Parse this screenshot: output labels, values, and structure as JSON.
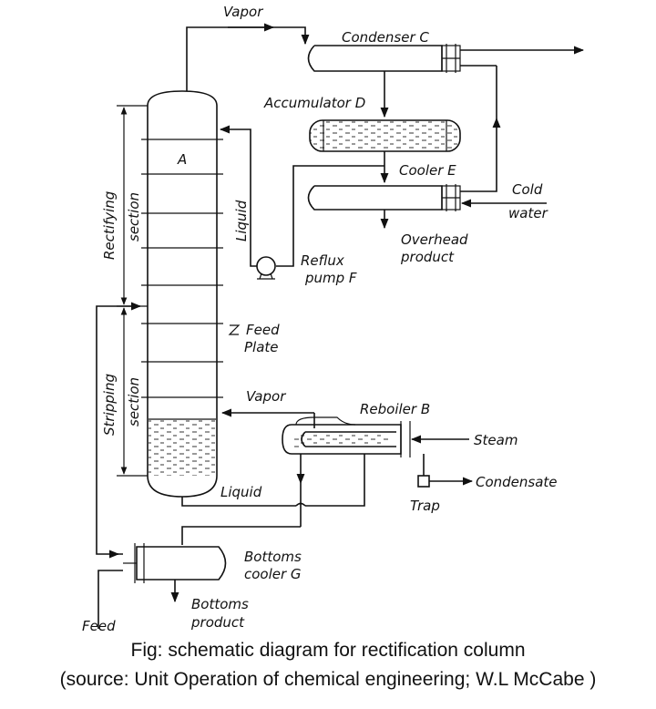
{
  "labels": {
    "vapor_top": "Vapor",
    "condenser": "Condenser C",
    "accumulator": "Accumulator D",
    "column_a": "A",
    "cooler": "Cooler E",
    "cold": "Cold",
    "water": "water",
    "liquid_reflux": "Liquid",
    "overhead_1": "Overhead",
    "overhead_2": "product",
    "rectifying_1": "Rectifying",
    "rectifying_2": "section",
    "reflux_1": "Reflux",
    "reflux_2": "pump F",
    "feed_plate_1": "Feed",
    "feed_plate_2": "Plate",
    "stripping_1": "Stripping",
    "stripping_2": "section",
    "vapor_reboiler": "Vapor",
    "reboiler": "Reboiler B",
    "steam": "Steam",
    "condensate": "Condensate",
    "liquid_bottom": "Liquid",
    "trap": "Trap",
    "bottoms_cooler_1": "Bottoms",
    "bottoms_cooler_2": "cooler G",
    "bottoms_product_1": "Bottoms",
    "bottoms_product_2": "product",
    "feed": "Feed"
  },
  "caption": {
    "line1": "Fig: schematic diagram for rectification column",
    "line2": "(source: Unit Operation of chemical engineering; W.L McCabe )"
  }
}
